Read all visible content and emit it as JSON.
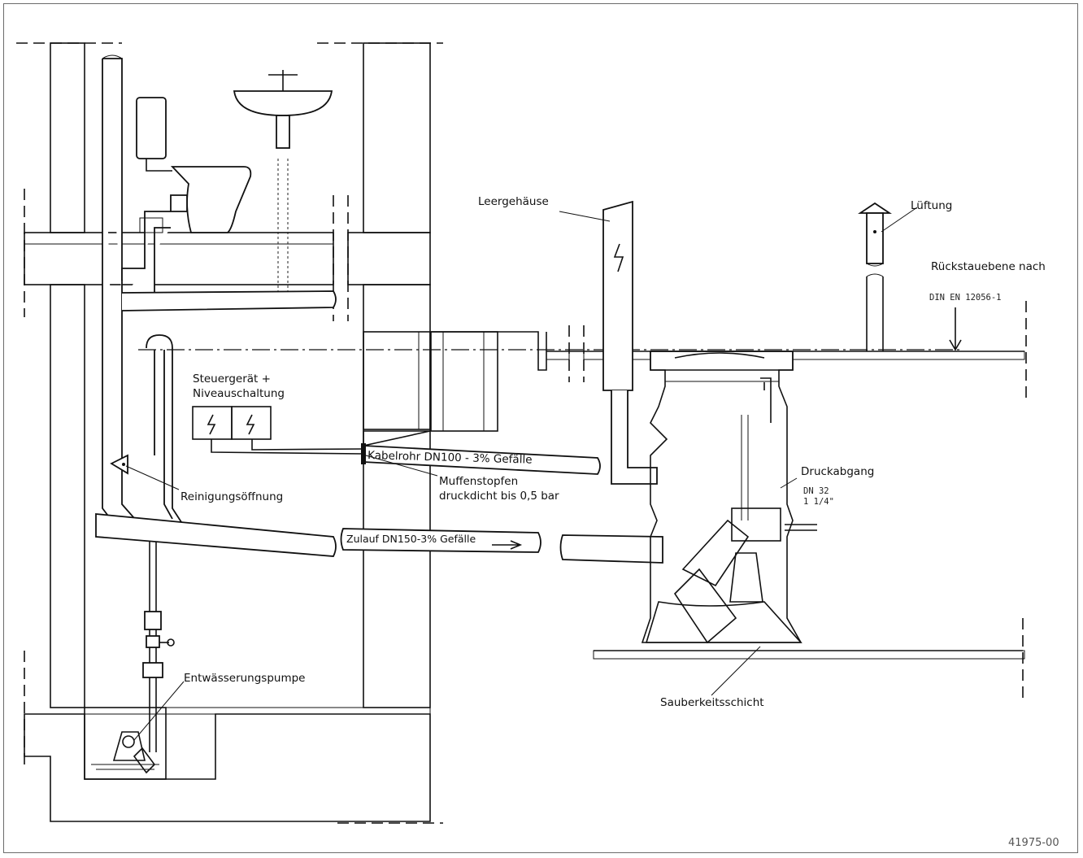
{
  "labels": {
    "leergehaeuse": "Leergehäuse",
    "lueftung": "Lüftung",
    "rueckstauebene": "Rückstauebene nach",
    "din_norm": "DIN EN 12056-1",
    "steuergeraet_1": "Steuergerät +",
    "steuergeraet_2": "Niveauschaltung",
    "kabelrohr": "Kabelrohr DN100 - 3% Gefälle",
    "muffenstopfen_1": "Muffenstopfen",
    "muffenstopfen_2": "druckdicht bis 0,5 bar",
    "druckabgang": "Druckabgang",
    "dn32": "DN 32",
    "zoll": "1 1/4\"",
    "reinigungsoeffnung": "Reinigungsöffnung",
    "zulauf": "Zulauf DN150-3% Gefälle",
    "entwaesserungspumpe": "Entwässerungspumpe",
    "sauberkeitsschicht": "Sauberkeitsschicht",
    "drawing_id": "41975-00"
  },
  "icons": {
    "electric": "lightning-bolt",
    "vent_cap": "arrow-up",
    "flow_arrow": "arrow-right"
  },
  "colors": {
    "line": "#111111",
    "background": "#ffffff",
    "frame": "#6b6b6b"
  }
}
